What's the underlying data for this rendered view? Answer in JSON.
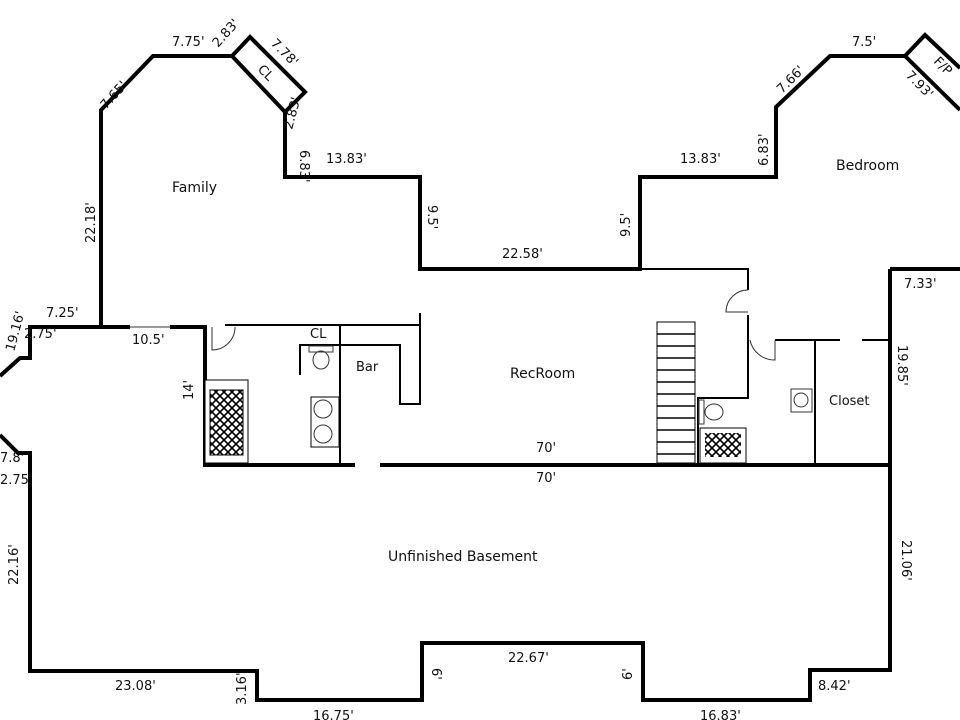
{
  "rooms": {
    "family": "Family",
    "closet_top": "CL",
    "bedroom": "Bedroom",
    "fireplace": "F/P",
    "closet_bar": "CL",
    "bar": "Bar",
    "recroom": "RecRoom",
    "closet": "Closet",
    "basement": "Unfinished Basement"
  },
  "dimensions": {
    "family_left": "22.18'",
    "family_diag": "7.65'",
    "family_top": "7.75'",
    "cl_diag1": "2.83'",
    "cl_top": "7.78'",
    "cl_diag2": "2.83'",
    "family_right": "6.83'",
    "family_bottom": "13.83'",
    "rec_left_step": "9.5'",
    "rec_top": "22.58'",
    "rec_right_step": "9.5'",
    "bed_bottom": "13.83'",
    "bed_left": "6.83'",
    "bed_diag": "7.66'",
    "bed_top": "7.5'",
    "bed_fp": "7.93'",
    "bed_right": "7.33'",
    "closet_right": "19.85'",
    "left_top": "7.25'",
    "left_small1": "19.16'",
    "left_small2": "2.75'",
    "left_wall": "10.5'",
    "bar_side": "14'",
    "rec_bottom": "70'",
    "base_top": "70'",
    "left_small3": "7.8'",
    "left_small4": "2.75'",
    "base_left": "22.16'",
    "base_right": "21.06'",
    "base_bottom_left": "23.08'",
    "base_step_left": "3.16'",
    "base_bottom_2": "16.75'",
    "base_step_2": "6'",
    "base_bottom_mid": "22.67'",
    "base_step_3": "6'",
    "base_bottom_4": "16.83'",
    "base_step_right": "8.42'"
  }
}
